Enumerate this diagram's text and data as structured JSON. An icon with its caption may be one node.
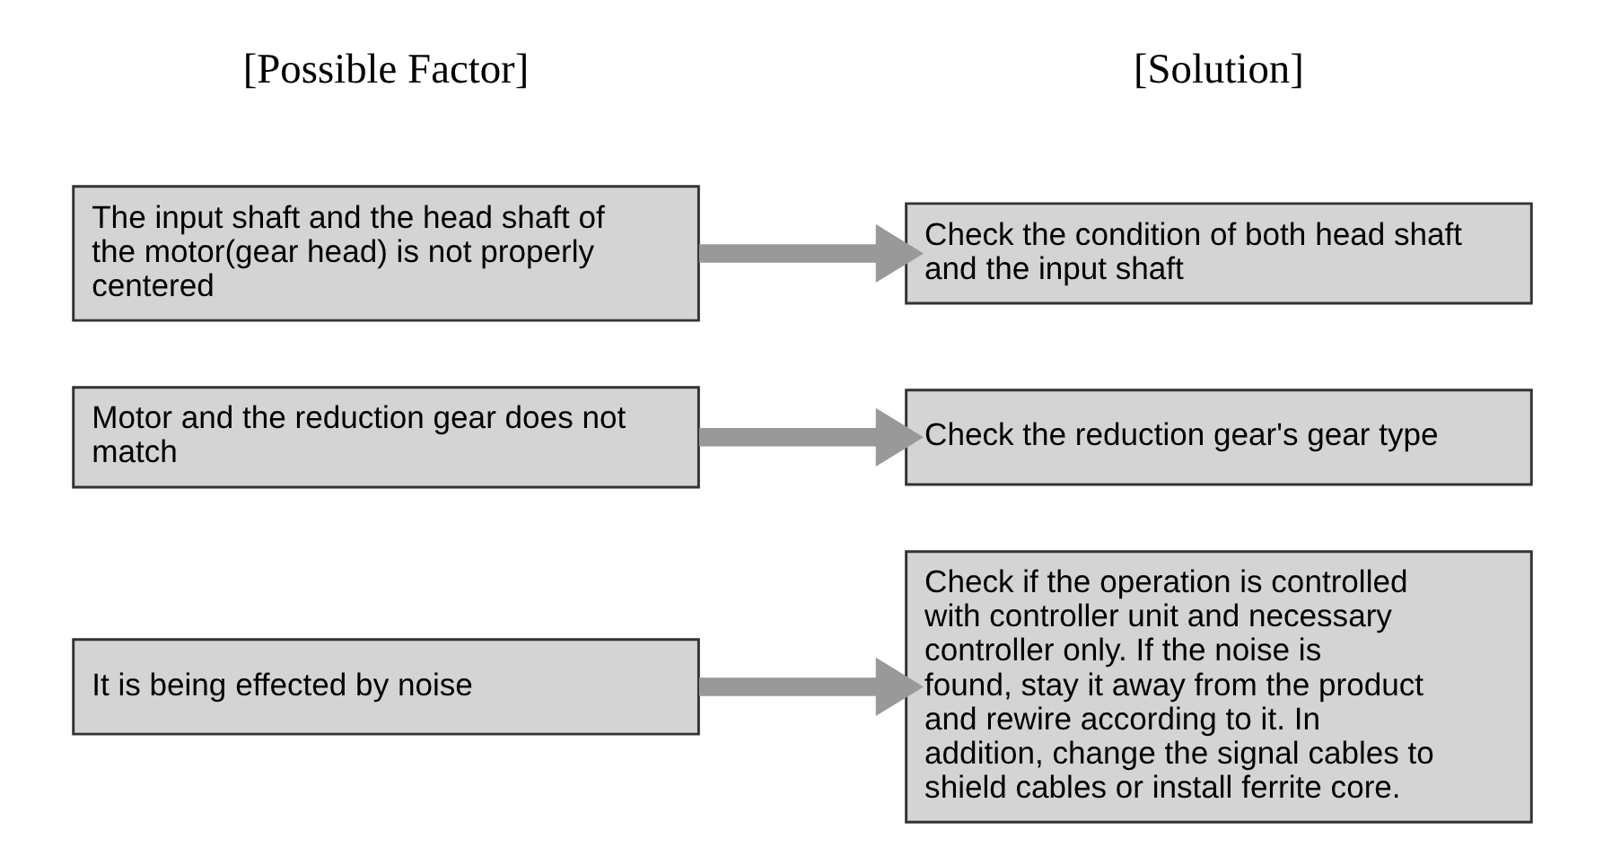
{
  "diagram": {
    "nodes": [
      {
        "text": [
          "The input shaft and the head shaft of the motor(gear head) is not properly centered"
        ]
      },
      {
        "text": [
          "Check the condition of both head shaft and the input shaft"
        ]
      },
      {
        "text": [
          "Motor and the reduction gear does not match"
        ]
      },
      {
        "text": [
          "Check the reduction gear's gear type"
        ]
      },
      {
        "text": [
          "It is being effected by noise"
        ]
      },
      {
        "text": [
          "Check if the operation is controlled with controller unit and necessary controller only. If the noise is found, stay it away from the product and rewire according to it. In addition, change the signal cables to shield cables or install ferrite core."
        ]
      }
    ],
    "edges": [
      {
        "from": 0,
        "to": 1,
        "arrow": "to"
      },
      {
        "from": 2,
        "to": 3,
        "arrow": "to"
      },
      {
        "from": 4,
        "to": 5,
        "arrow": "to"
      }
    ],
    "labels": [
      "[Possible Factor]",
      "[Solution]"
    ]
  }
}
